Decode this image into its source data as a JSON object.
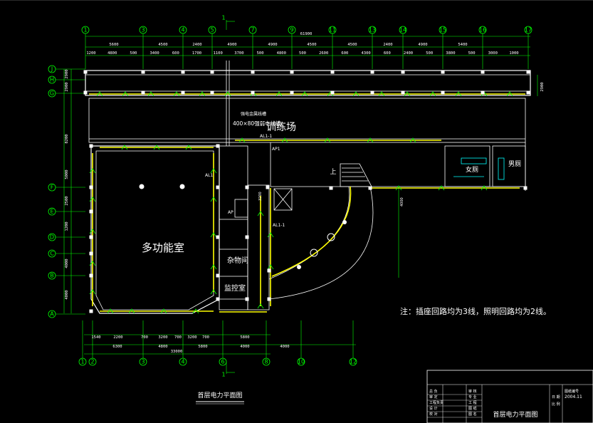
{
  "drawing": {
    "title": "首层电力平面图",
    "section_mark": "1",
    "top_total_dim": "61900",
    "bottom_total_dim": "33000",
    "grid_top": [
      "1",
      "3",
      "4",
      "5",
      "7",
      "9",
      "11",
      "13",
      "14",
      "15",
      "16",
      "17"
    ],
    "grid_bottom": [
      "1",
      "2",
      "3",
      "4",
      "6",
      "8",
      "10",
      "12"
    ],
    "grid_left": [
      "J",
      "H",
      "G",
      "F",
      "E",
      "D",
      "C",
      "B",
      "A"
    ],
    "top_dims_row1": [
      "5600",
      "4500",
      "2400",
      "4900",
      "4900",
      "4500",
      "4500",
      "2400",
      "4900",
      "5400"
    ],
    "top_dims_row2": [
      "1200",
      "4800",
      "500",
      "3400",
      "600",
      "1700",
      "1100",
      "3700",
      "500",
      "4800",
      "500",
      "2600",
      "600",
      "4300",
      "600",
      "2400",
      "500",
      "3800",
      "500",
      "3000",
      "1000"
    ],
    "bottom_dims_row1": [
      "1540",
      "2200",
      "700",
      "3200",
      "700",
      "3200",
      "700",
      "5800"
    ],
    "bottom_dims_row2": [
      "6300",
      "4800",
      "5800",
      "4000",
      "4000"
    ],
    "left_dims": [
      "2900",
      "2900",
      "8200",
      "5000",
      "2500",
      "1200",
      "4000",
      "4000"
    ],
    "right_dim": "2900",
    "rooms": {
      "multi_function": "多功能室",
      "training": "训练场",
      "storage": "杂物间",
      "monitor": "监控室",
      "female_wc": "女厕",
      "male_wc": "男厕",
      "up": "上"
    },
    "labels": {
      "trunking_1": "强电金属线槽",
      "trunking_2": "400×80强弱电线槽",
      "al1_1": "AL1-1",
      "ap1": "AP1",
      "al1": "AL1",
      "ap": "AP",
      "al1_1_b": "AL1-1",
      "dim_3200": "3200",
      "dim_4000": "4000"
    },
    "note": "注：插座回路均为3线，照明回路均为2线。",
    "title_block": {
      "rows_left": [
        "总  负",
        "审  定",
        "工程负责",
        "设  计",
        "校  对"
      ],
      "rows_mid": [
        "审 核",
        "专 业",
        "工 程",
        "图 纸",
        "图 名"
      ],
      "right_labels": [
        "图纸编号",
        "日  期",
        "比  例"
      ],
      "date": "2004.11",
      "drawing_name": "首层电力平面图"
    }
  }
}
